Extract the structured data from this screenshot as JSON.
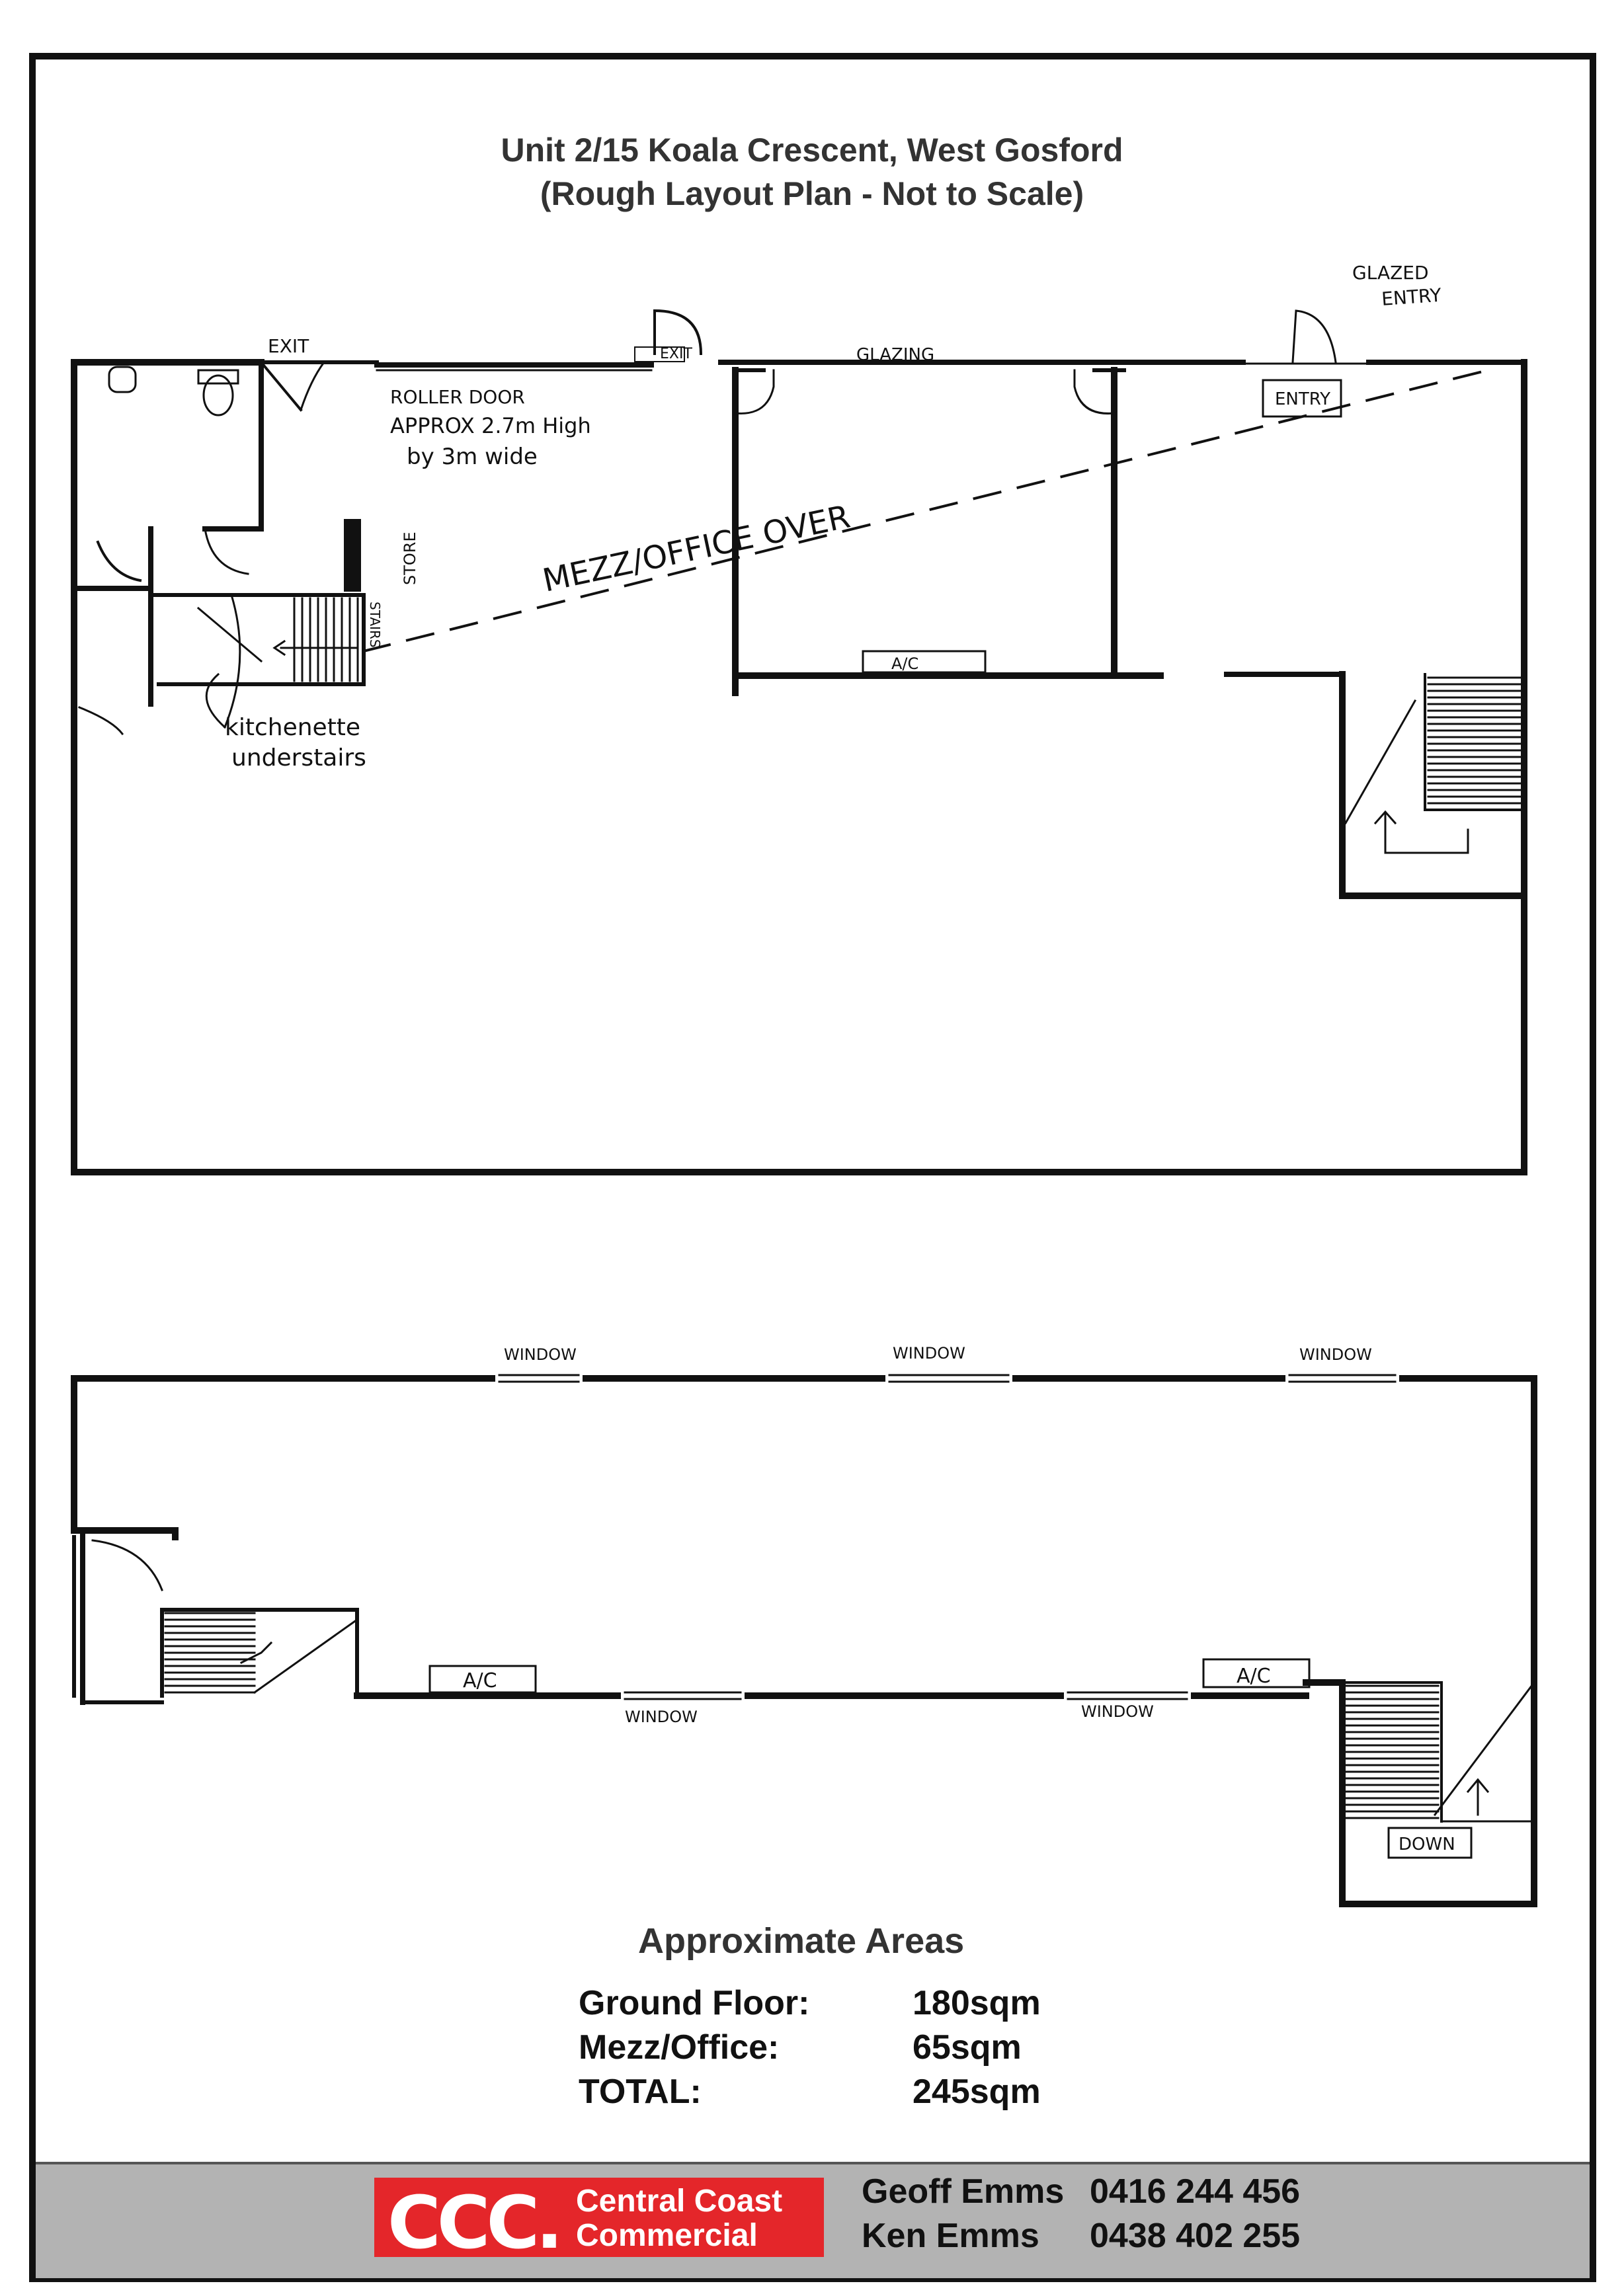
{
  "title": {
    "line1": "Unit 2/15 Koala Crescent, West Gosford",
    "line2": "(Rough Layout Plan - Not to Scale)"
  },
  "ground_floor": {
    "labels": {
      "exit_left": "EXIT",
      "exit_door": "EXIT",
      "glazing": "GLAZING",
      "glazed_entry_1": "GLAZED",
      "glazed_entry_2": "ENTRY",
      "entry": "ENTRY",
      "roller_door_1": "ROLLER DOOR",
      "roller_door_2": "APPROX 2.7m High",
      "roller_door_3": "by 3m wide",
      "mezz_over": "MEZZ/OFFICE OVER",
      "store": "STORE",
      "stairs": "STAIRS",
      "ac": "A/C",
      "kitchenette_1": "kitchenette",
      "kitchenette_2": "understairs"
    }
  },
  "mezzanine": {
    "labels": {
      "window_top_1": "WINDOW",
      "window_top_2": "WINDOW",
      "window_top_3": "WINDOW",
      "window_bottom_1": "WINDOW",
      "window_bottom_2": "WINDOW",
      "ac_1": "A/C",
      "ac_2": "A/C",
      "down": "DOWN"
    }
  },
  "areas": {
    "heading": "Approximate Areas",
    "rows": [
      {
        "label": "Ground Floor:",
        "value": "180sqm"
      },
      {
        "label": "Mezz/Office:",
        "value": "65sqm"
      },
      {
        "label": "TOTAL:",
        "value": "245sqm"
      }
    ]
  },
  "footer": {
    "logo_mark": "CCC.",
    "company_line1": "Central Coast",
    "company_line2": "Commercial",
    "contacts": [
      {
        "name": "Geoff Emms",
        "phone": "0416 244 456"
      },
      {
        "name": "Ken Emms",
        "phone": "0438 402 255"
      }
    ],
    "brand_color": "#e4262a",
    "bar_color": "#b3b3b3"
  }
}
